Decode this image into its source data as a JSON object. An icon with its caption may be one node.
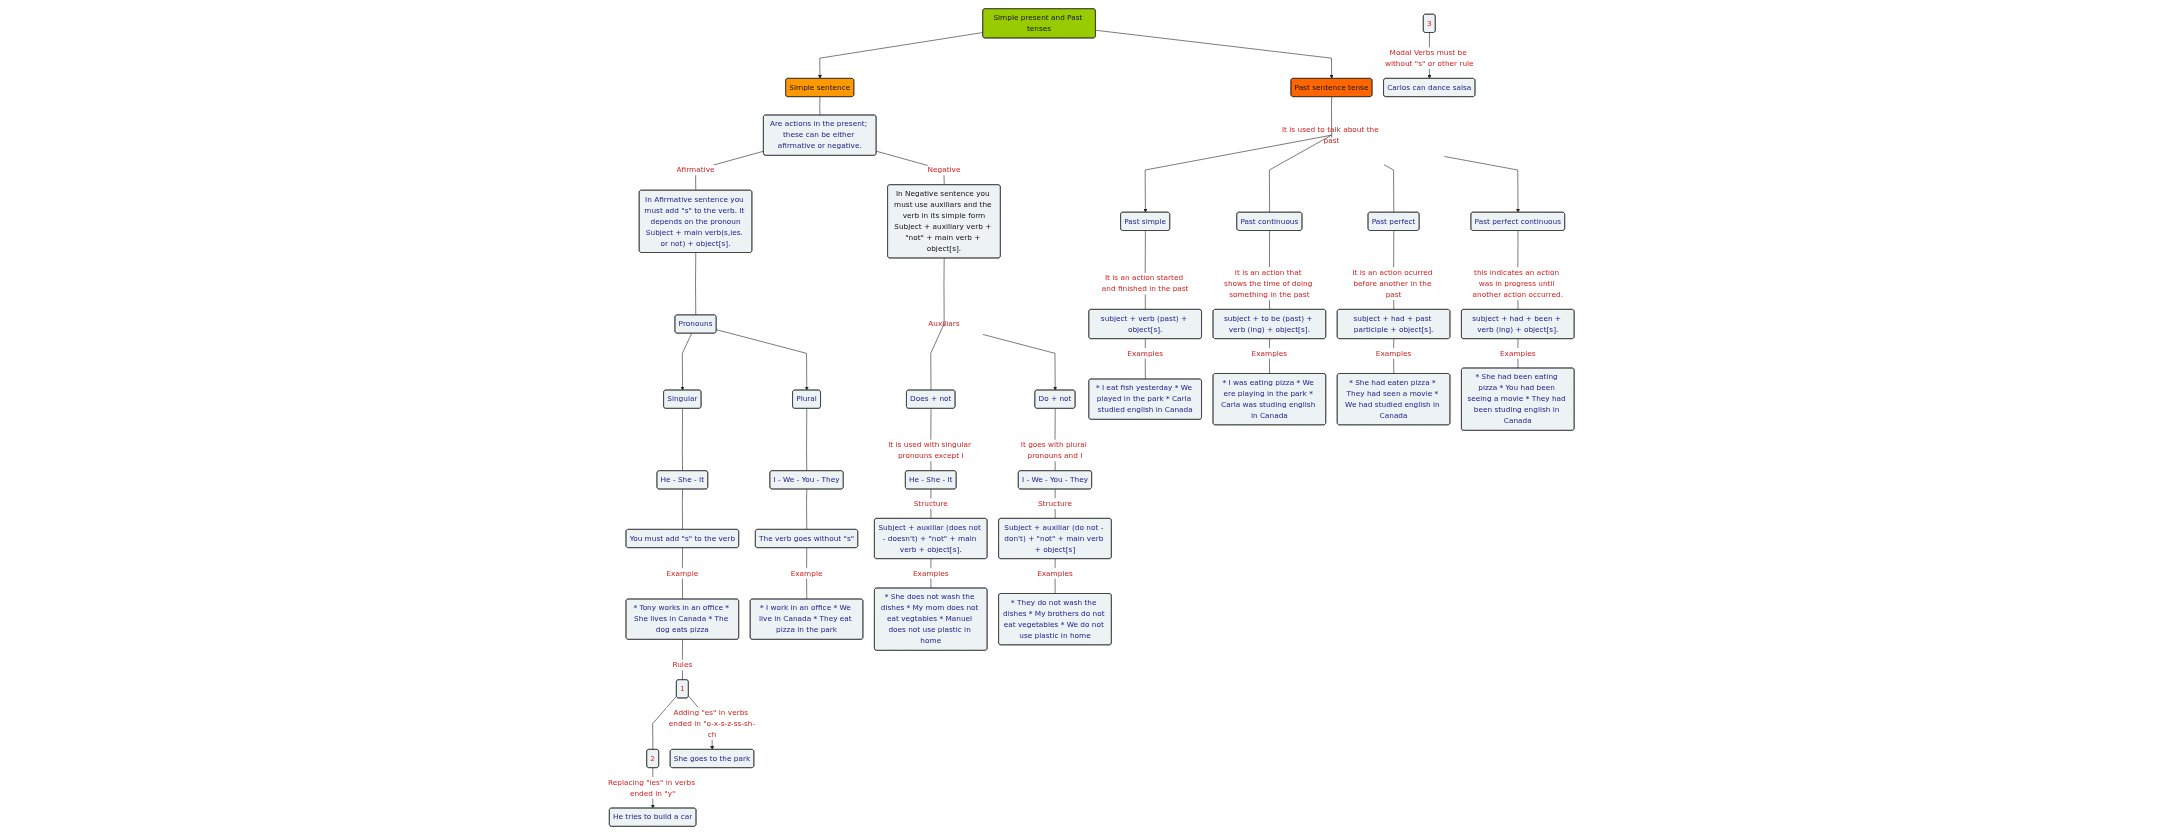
{
  "diagram": {
    "nodes": [
      {
        "text": [
          "Simple present and Past tenses"
        ]
      },
      {
        "text": [
          "Simple sentence"
        ]
      },
      {
        "text": [
          "Are actions in the present; these can be either afirmative or negative."
        ]
      },
      {
        "text": [
          "In Afirmative sentence you must add \"s\" to the verb. It depends on the pronoun",
          "Subject + main verb(s,ies. or not) + object[s]."
        ]
      },
      {
        "text": [
          "Pronouns"
        ]
      },
      {
        "text": [
          "Singular"
        ]
      },
      {
        "text": [
          "Plural"
        ]
      },
      {
        "text": [
          "He - She - It"
        ]
      },
      {
        "text": [
          "You must add \"s\" to the verb"
        ]
      },
      {
        "text": [
          "* Tony works in an office * She lives in Canada * The dog eats pizza"
        ]
      },
      {
        "text": [
          "1"
        ]
      },
      {
        "text": [
          "2"
        ]
      },
      {
        "text": [
          "3"
        ]
      },
      {
        "text": [
          "She goes to the park"
        ]
      },
      {
        "text": [
          "He tries to build a car"
        ]
      },
      {
        "text": [
          "Carlos can dance salsa"
        ]
      },
      {
        "text": [
          "I - We - You - They"
        ]
      },
      {
        "text": [
          "The verb goes without \"s\""
        ]
      },
      {
        "text": [
          "* I work in an office * We live in Canada * They eat pizza in the park"
        ]
      },
      {
        "text": [
          "In Negative sentence you must use auxiliars and the verb in its simple form",
          "Subject + auxiliary verb + \"not\" + main verb + object[s]."
        ]
      },
      {
        "text": [
          "Auxiliars"
        ]
      },
      {
        "text": [
          "Does + not"
        ]
      },
      {
        "text": [
          "Do + not"
        ]
      },
      {
        "text": [
          "He - She - It"
        ]
      },
      {
        "text": [
          "Subject + auxiliar (does not - doesn't) + \"not\" + main verb + object[s]."
        ]
      },
      {
        "text": [
          "* She does not wash the dishes * My mom does not eat vegtables * Manuel does not use plastic in home"
        ]
      },
      {
        "text": [
          "I - We - You - They"
        ]
      },
      {
        "text": [
          "Subject + auxiliar (do not - don't) + \"not\" + main verb + object[s]"
        ]
      },
      {
        "text": [
          "* They do not wash the dishes * My brothers do not eat vegetables * We do not use plastic in home"
        ]
      },
      {
        "text": [
          "Past sentence tense"
        ]
      },
      {
        "text": [
          "It is used to talk about the past"
        ]
      },
      {
        "text": [
          "Past simple"
        ]
      },
      {
        "text": [
          "Past continuous"
        ]
      },
      {
        "text": [
          "Past perfect"
        ]
      },
      {
        "text": [
          "Past perfect continuous"
        ]
      },
      {
        "text": [
          "subject + verb (past) + object[s]."
        ]
      },
      {
        "text": [
          "* I eat fish yesterday * We played in the park * Carla studied english in Canada"
        ]
      },
      {
        "text": [
          "subject + to be (past) + verb (ing) + object[s]."
        ]
      },
      {
        "text": [
          "* I was eating pizza * We ere playing in the park * Carla was studing english in Canada"
        ]
      },
      {
        "text": [
          "subject + had + past participle + object[s]."
        ]
      },
      {
        "text": [
          "* She had eaten pizza * They had seen a movie * We had studied english in Canada"
        ]
      },
      {
        "text": [
          "subject + had + been + verb (ing) + object[s]."
        ]
      },
      {
        "text": [
          "* She had been eating pizza * You had been seeing a movie * They had been studing english in Canada"
        ]
      }
    ],
    "edges": [
      {
        "from": 0,
        "to": 1,
        "arrow": "to"
      },
      {
        "from": 0,
        "to": 29,
        "arrow": "to"
      },
      {
        "from": 1,
        "to": 2,
        "arrow": "none"
      },
      {
        "from": 2,
        "to": 3,
        "arrow": "none",
        "label": "Afirmative"
      },
      {
        "from": 2,
        "to": 19,
        "arrow": "none",
        "label": "Negative"
      },
      {
        "from": 3,
        "to": 4,
        "arrow": "none"
      },
      {
        "from": 4,
        "to": 5,
        "arrow": "to"
      },
      {
        "from": 4,
        "to": 6,
        "arrow": "to"
      },
      {
        "from": 5,
        "to": 7,
        "arrow": "none"
      },
      {
        "from": 7,
        "to": 8,
        "arrow": "none"
      },
      {
        "from": 8,
        "to": 9,
        "arrow": "none",
        "label": "Example"
      },
      {
        "from": 9,
        "to": 10,
        "arrow": "none",
        "label": "Rules"
      },
      {
        "from": 10,
        "to": 11,
        "arrow": "none"
      },
      {
        "from": 10,
        "to": 13,
        "arrow": "to",
        "label": "Adding \"es\" in verbs ended in \"o-x-s-z-ss-sh-ch"
      },
      {
        "from": 11,
        "to": 14,
        "arrow": "to",
        "label": "Replacing \"ies\" in verbs ended in \"y\""
      },
      {
        "from": 12,
        "to": 15,
        "arrow": "to",
        "label": "Modal Verbs must be without \"s\" or other rule"
      },
      {
        "from": 6,
        "to": 16,
        "arrow": "none"
      },
      {
        "from": 16,
        "to": 17,
        "arrow": "none"
      },
      {
        "from": 17,
        "to": 18,
        "arrow": "none",
        "label": "Example"
      },
      {
        "from": 19,
        "to": 20,
        "arrow": "none"
      },
      {
        "from": 20,
        "to": 21,
        "arrow": "none"
      },
      {
        "from": 20,
        "to": 22,
        "arrow": "to"
      },
      {
        "from": 21,
        "to": 23,
        "arrow": "none",
        "label": "It is used with singular pronouns except I"
      },
      {
        "from": 23,
        "to": 24,
        "arrow": "none",
        "label": "Structure"
      },
      {
        "from": 24,
        "to": 25,
        "arrow": "none",
        "label": "Examples"
      },
      {
        "from": 22,
        "to": 26,
        "arrow": "none",
        "label": "It goes with plural pronouns and I"
      },
      {
        "from": 26,
        "to": 27,
        "arrow": "none",
        "label": "Structure"
      },
      {
        "from": 27,
        "to": 28,
        "arrow": "none",
        "label": "Examples"
      },
      {
        "from": 29,
        "to": 30,
        "arrow": "none"
      },
      {
        "from": 30,
        "to": 31,
        "arrow": "to"
      },
      {
        "from": 30,
        "to": 32,
        "arrow": "none"
      },
      {
        "from": 30,
        "to": 33,
        "arrow": "none"
      },
      {
        "from": 30,
        "to": 34,
        "arrow": "to"
      },
      {
        "from": 31,
        "to": 35,
        "arrow": "none",
        "label": "It is an action started and finished in the past"
      },
      {
        "from": 35,
        "to": 36,
        "arrow": "none",
        "label": "Examples"
      },
      {
        "from": 32,
        "to": 37,
        "arrow": "none",
        "label": "It is an action that shows the time of doing something in the past"
      },
      {
        "from": 37,
        "to": 38,
        "arrow": "none",
        "label": "Examples"
      },
      {
        "from": 33,
        "to": 39,
        "arrow": "none",
        "label": "It is an action ocurred before another in the past"
      },
      {
        "from": 39,
        "to": 40,
        "arrow": "none",
        "label": "Examples"
      },
      {
        "from": 34,
        "to": 41,
        "arrow": "none",
        "label": "this indicates an action was in progress until another action occurred."
      },
      {
        "from": 41,
        "to": 42,
        "arrow": "none",
        "label": "Examples"
      }
    ]
  }
}
